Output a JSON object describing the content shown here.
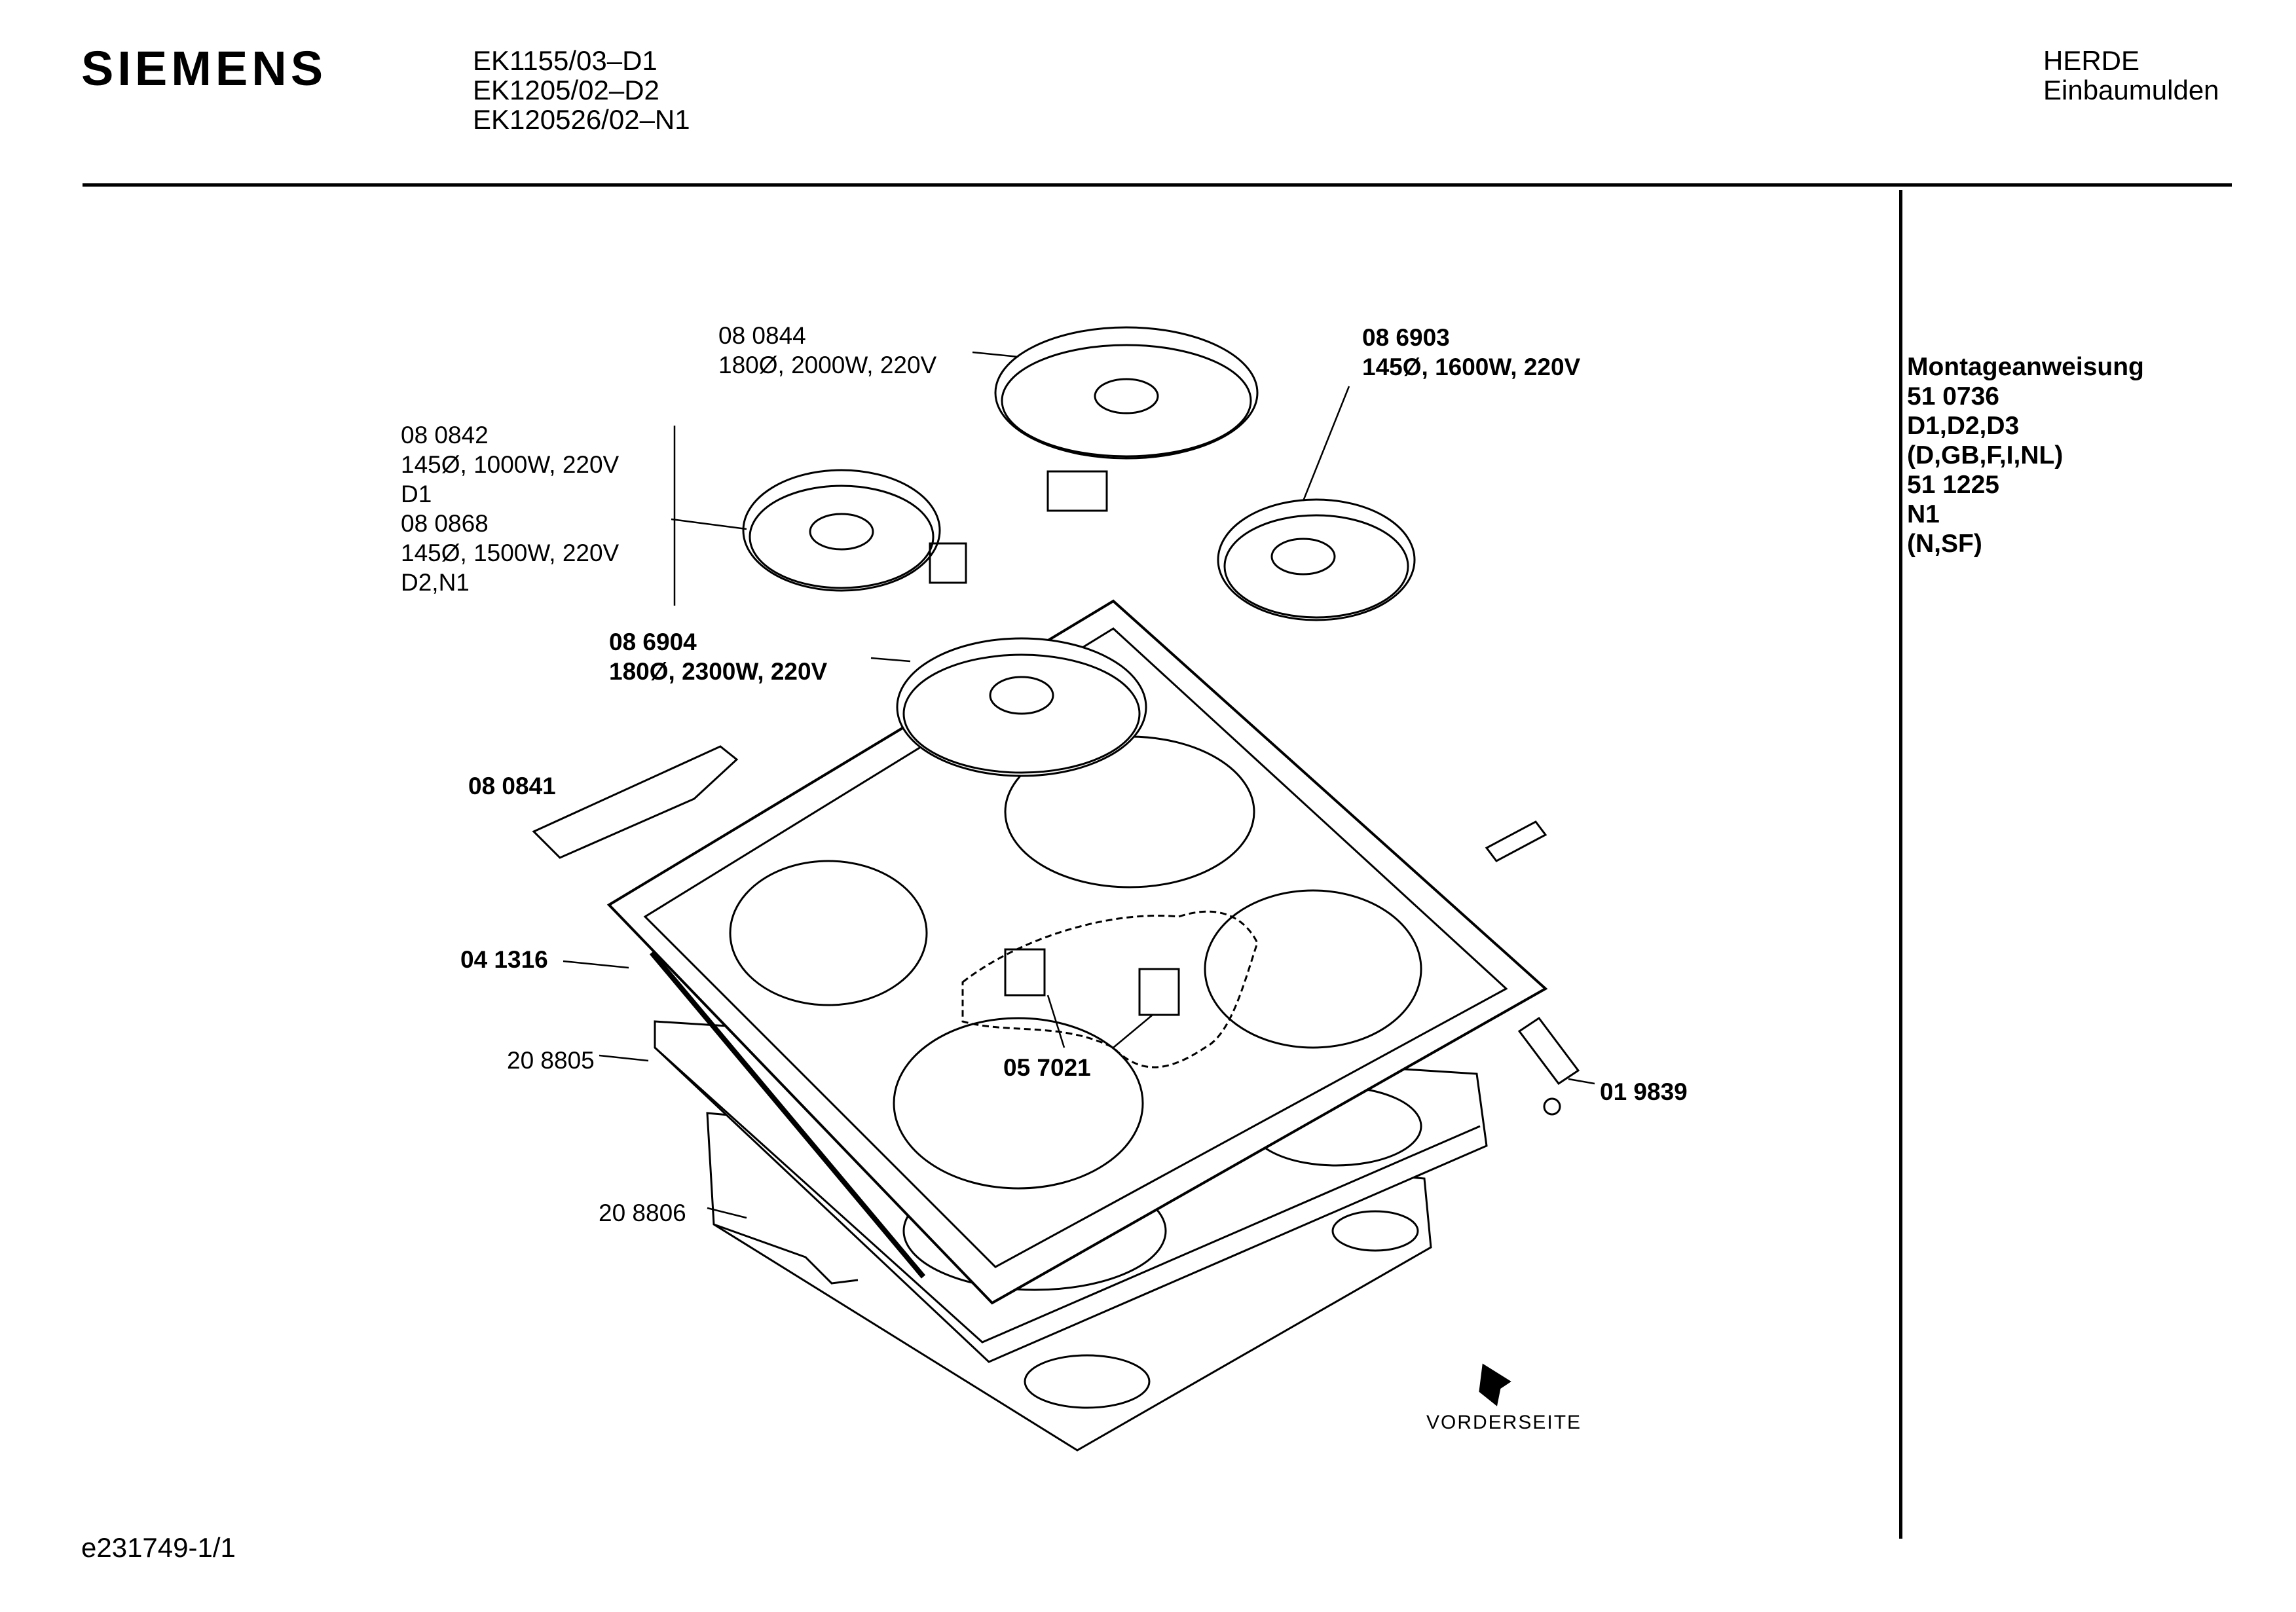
{
  "header": {
    "brand": "SIEMENS",
    "models": [
      "EK1155/03–D1",
      "EK1205/02–D2",
      "EK120526/02–N1"
    ],
    "category": [
      "HERDE",
      "Einbaumulden"
    ]
  },
  "side_note": [
    "Montageanweisung",
    "51 0736",
    "D1,D2,D3",
    "(D,GB,F,I,NL)",
    "51 1225",
    "N1",
    "(N,SF)"
  ],
  "parts": {
    "p080844": [
      "08 0844",
      "180Ø, 2000W, 220V"
    ],
    "p086903": [
      "08 6903",
      "145Ø, 1600W, 220V"
    ],
    "p080842": [
      "08 0842",
      "145Ø, 1000W, 220V",
      "D1",
      "08 0868",
      "145Ø, 1500W, 220V",
      "D2,N1"
    ],
    "p086904": [
      "08 6904",
      "180Ø, 2300W, 220V"
    ],
    "p080841": "08 0841",
    "p041316": "04 1316",
    "p208805": "20 8805",
    "p208806": "20 8806",
    "p057021": "05 7021",
    "p019839": "01 9839"
  },
  "front_label": "VORDERSEITE",
  "footer": "e231749-1/1"
}
